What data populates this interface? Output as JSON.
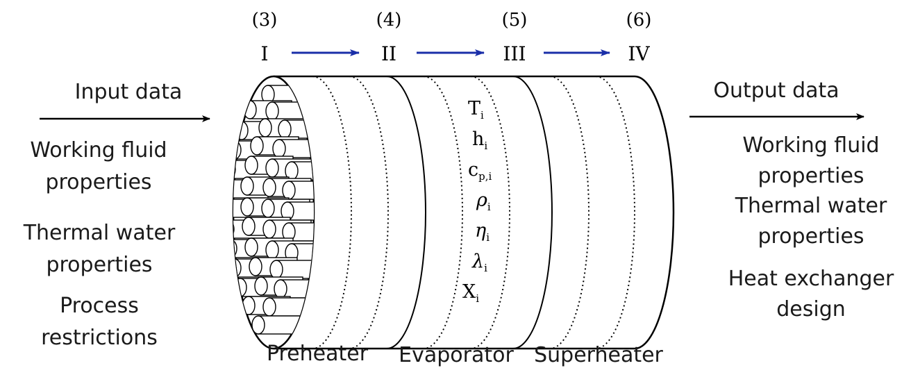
{
  "stations": [
    {
      "number": "(3)",
      "roman": "I"
    },
    {
      "number": "(4)",
      "roman": "II"
    },
    {
      "number": "(5)",
      "roman": "III"
    },
    {
      "number": "(6)",
      "roman": "IV"
    }
  ],
  "input": {
    "title": "Input data",
    "items": [
      {
        "line1": "Working fluid",
        "line2": "properties"
      },
      {
        "line1": "Thermal water",
        "line2": "properties"
      },
      {
        "line1": "Process",
        "line2": "restrictions"
      }
    ]
  },
  "output": {
    "title": "Output data",
    "items": [
      {
        "line1": "Working fluid",
        "line2": "properties"
      },
      {
        "line1": "Thermal water",
        "line2": "properties"
      },
      {
        "line1": "Heat exchanger",
        "line2": "design"
      }
    ]
  },
  "variables": [
    {
      "symbol": "T",
      "sub": "i"
    },
    {
      "symbol": "h",
      "sub": "i"
    },
    {
      "symbol": "c",
      "sub": "p,i"
    },
    {
      "symbol": "ρ",
      "sub": "i"
    },
    {
      "symbol": "η",
      "sub": "i"
    },
    {
      "symbol": "λ",
      "sub": "i"
    },
    {
      "symbol": "X",
      "sub": "i"
    }
  ],
  "sections": [
    "Preheater",
    "Evaporator",
    "Superheater"
  ],
  "colors": {
    "arrow_blue": "#1a2ea8",
    "line": "#000000",
    "text": "#1a1a1a"
  }
}
